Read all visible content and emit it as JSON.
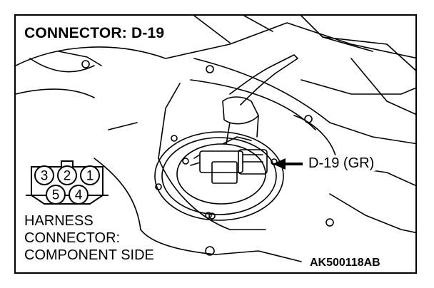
{
  "diagram": {
    "title": "CONNECTOR: D-19",
    "callout_label": "D-19 (GR)",
    "harness_label_lines": [
      "HARNESS",
      "CONNECTOR:",
      "COMPONENT SIDE"
    ],
    "figure_code": "AK500118AB",
    "connector_pins": {
      "top_row": [
        "3",
        "2",
        "1"
      ],
      "bottom_row": [
        "5",
        "4"
      ]
    }
  }
}
